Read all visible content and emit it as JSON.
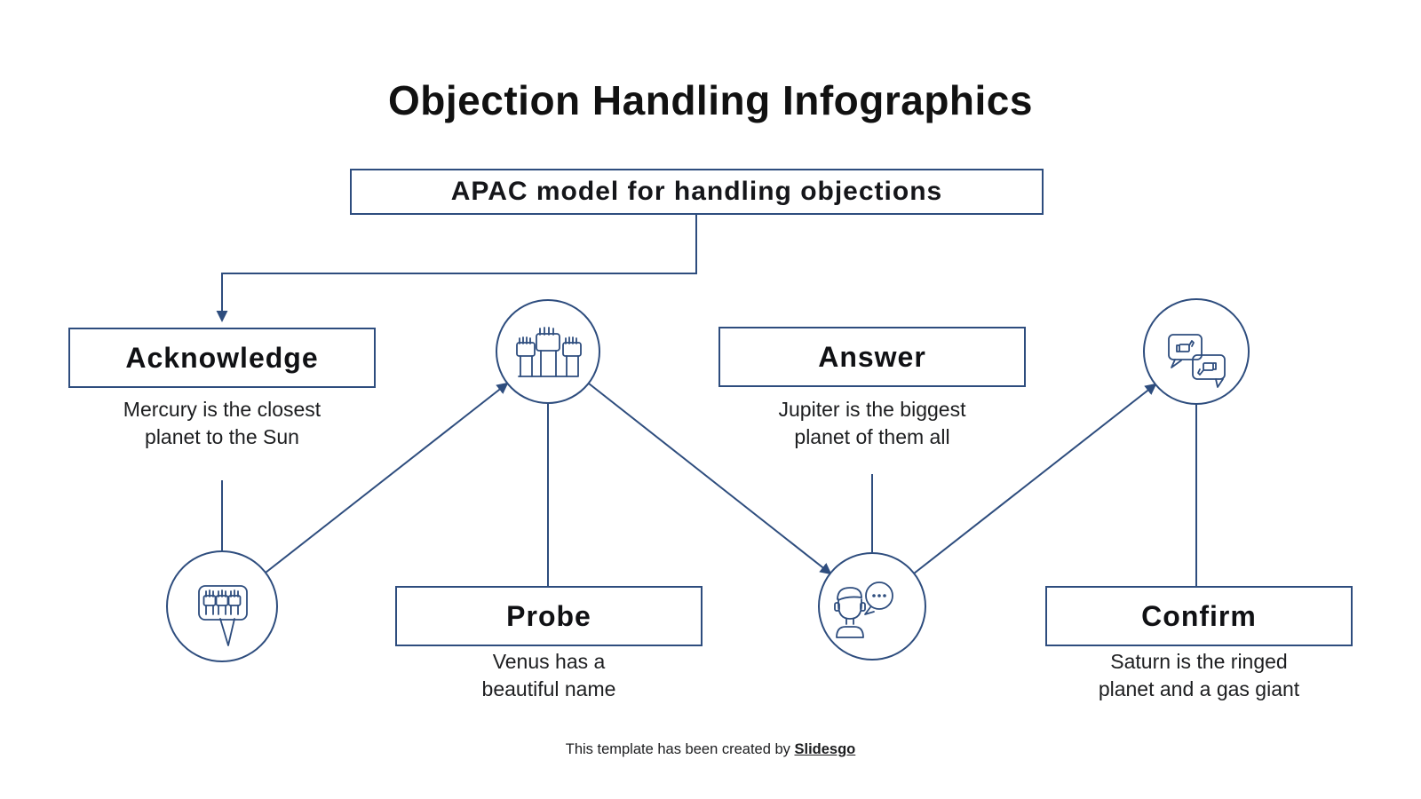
{
  "title": "Objection Handling Infographics",
  "banner": {
    "label": "APAC model for handling objections"
  },
  "steps": [
    {
      "label": "Acknowledge",
      "description": "Mercury is the closest\nplanet to the Sun",
      "icon": "fists-in-speech-bubble-icon"
    },
    {
      "label": "Probe",
      "description": "Venus has a\nbeautiful name",
      "icon": "raised-fists-icon"
    },
    {
      "label": "Answer",
      "description": "Jupiter is  the biggest\nplanet of them all",
      "icon": "person-speaking-icon"
    },
    {
      "label": "Confirm",
      "description": "Saturn is the ringed\nplanet and a gas giant",
      "icon": "thumbs-feedback-bubbles-icon"
    }
  ],
  "footer": {
    "prefix": "This template has been created by ",
    "brand": "Slidesgo"
  },
  "colors": {
    "accent": "#2e4d7e",
    "title_text": "#111111",
    "body_text": "#1d1e20"
  }
}
